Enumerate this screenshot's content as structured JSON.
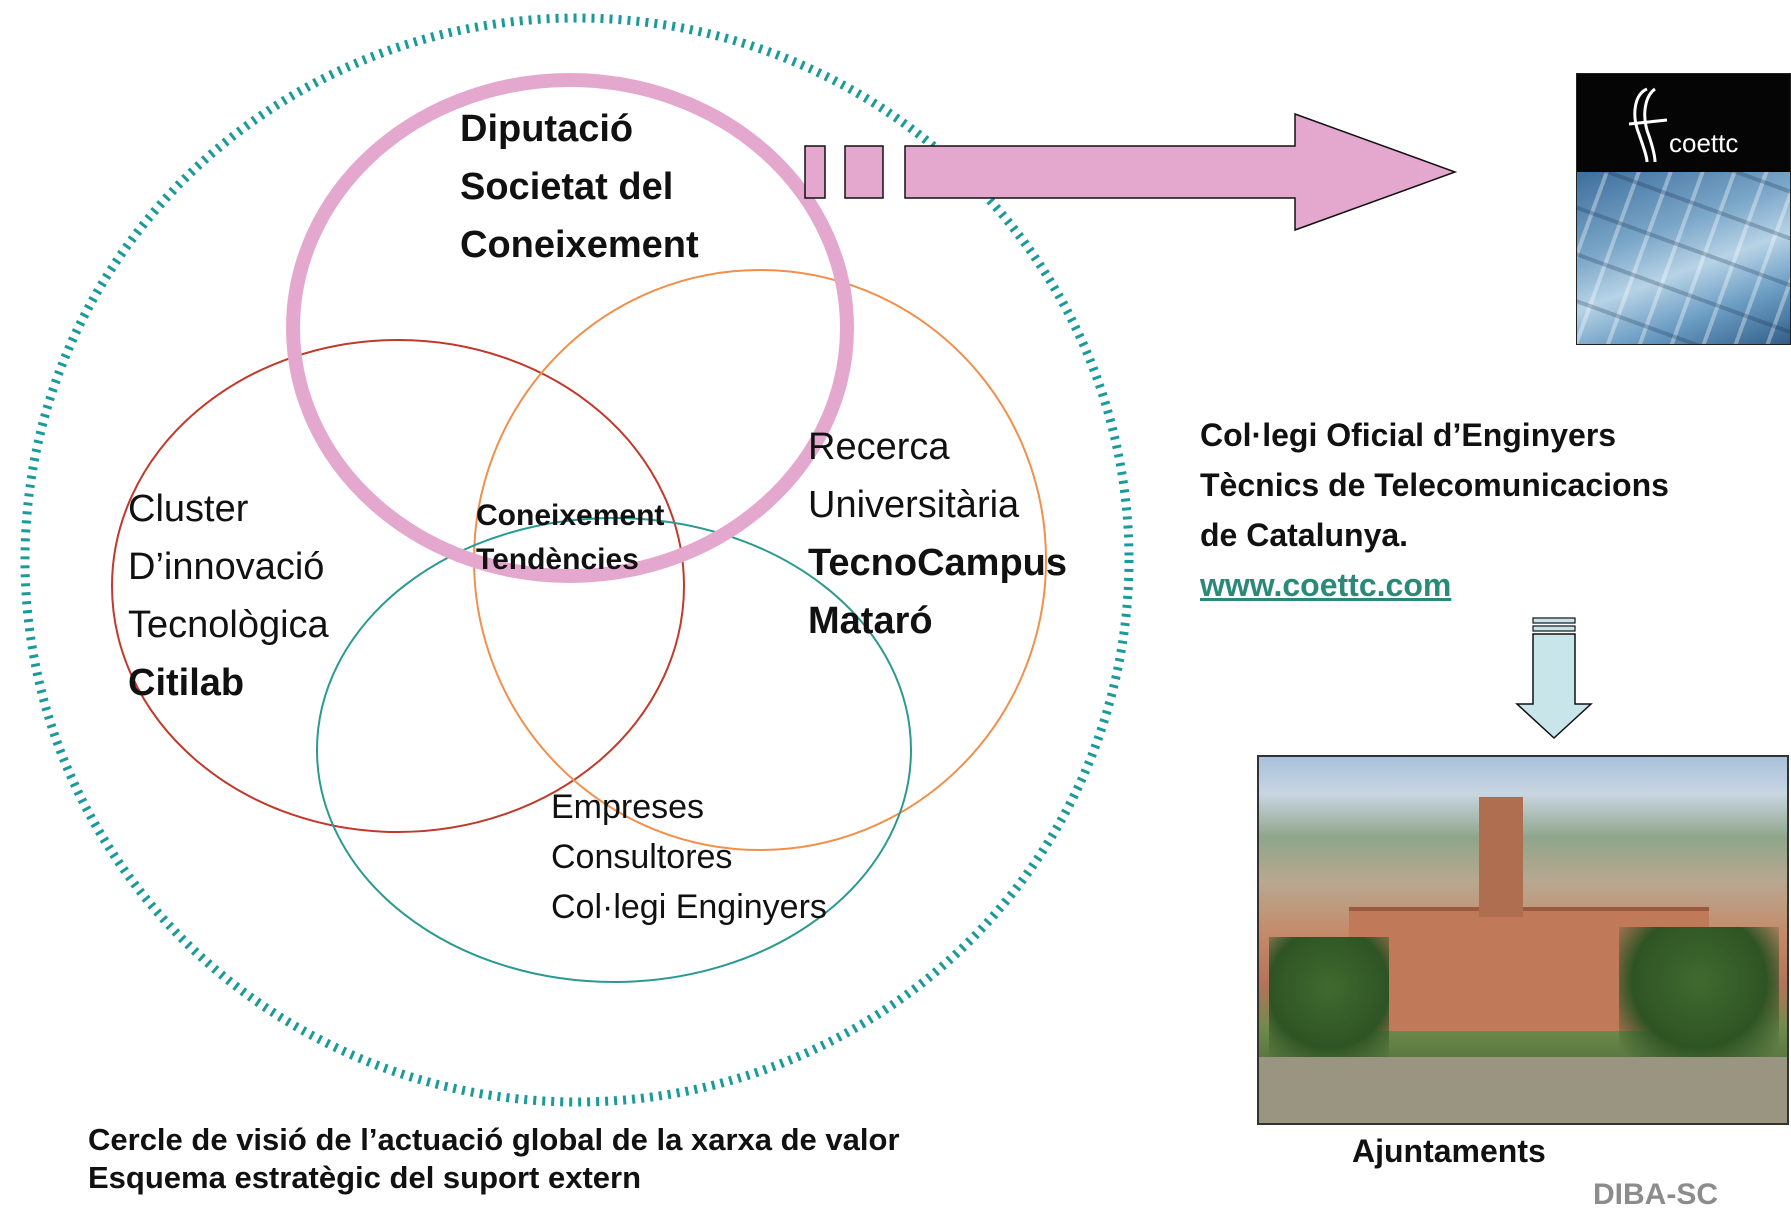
{
  "venn": {
    "top_circle_lines": [
      "Diputació",
      "Societat del",
      "Coneixement"
    ],
    "left_circle_lines": [
      "Cluster",
      "D’innovació",
      "Tecnològica"
    ],
    "left_circle_bold": "Citilab",
    "right_circle_lines": [
      "Recerca",
      "Universitària"
    ],
    "right_circle_bold": [
      "TecnoCampus",
      "Mataró"
    ],
    "center_lines": [
      "Coneixement",
      "Tendències"
    ],
    "bottom_circle_lines": [
      "Empreses",
      "Consultores",
      "Col·legi Enginyers"
    ]
  },
  "caption": {
    "line1": "Cercle de visió de l’actuació global de la xarxa de valor",
    "line2": "Esquema estratègic del suport extern"
  },
  "coettc": {
    "logo_text": "coettc",
    "lines": [
      "Col·legi Oficial d’Enginyers",
      "Tècnics de Telecomunicacions",
      "de Catalunya."
    ],
    "url": "www.coettc.com"
  },
  "ajuntaments": {
    "label": "Ajuntaments"
  },
  "signature": "DIBA-SC",
  "colors": {
    "dotted": "#1a9a9a",
    "pink": "#e4a8cf",
    "red": "#c0392b",
    "orange": "#f0904c",
    "teal": "#2a9a90",
    "arrow_down": "#c8e6ea"
  }
}
